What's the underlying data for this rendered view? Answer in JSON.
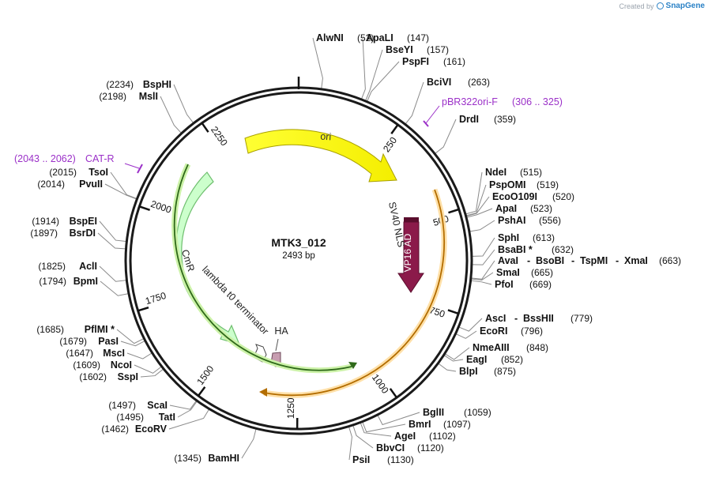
{
  "credit": {
    "prefix": "Created by",
    "brand": "SnapGene"
  },
  "plasmid": {
    "name": "MTK3_012",
    "size_label": "2493 bp",
    "length": 2493
  },
  "ticks": [
    "250",
    "500",
    "750",
    "1000",
    "1250",
    "1500",
    "1750",
    "2000",
    "2250"
  ],
  "features": [
    {
      "name": "ori",
      "color": "#ffff00",
      "stroke": "#b0a800"
    },
    {
      "name": "VP16 AD",
      "color": "#8b1a4a"
    },
    {
      "name": "SV40 NLS"
    },
    {
      "name": "CmR",
      "color": "#ccffcc",
      "stroke": "#6fc06f"
    },
    {
      "name": "lambda t0 terminator"
    },
    {
      "name": "HA",
      "color": "#c79db0"
    }
  ],
  "primers": [
    {
      "name": "pBR322ori-F",
      "range": "(306 .. 325)"
    },
    {
      "name": "CAT-R",
      "range": "(2043 .. 2062)"
    }
  ],
  "sites": [
    {
      "pos": "(52)",
      "name": "AlwNI"
    },
    {
      "pos": "(147)",
      "name": "ApaLI"
    },
    {
      "pos": "(157)",
      "name": "BseYI"
    },
    {
      "pos": "(161)",
      "name": "PspFI"
    },
    {
      "pos": "(263)",
      "name": "BciVI"
    },
    {
      "pos": "(359)",
      "name": "DrdI"
    },
    {
      "pos": "(515)",
      "name": "NdeI"
    },
    {
      "pos": "(519)",
      "name": "PspOMI"
    },
    {
      "pos": "(520)",
      "name": "EcoO109I"
    },
    {
      "pos": "(523)",
      "name": "ApaI"
    },
    {
      "pos": "(556)",
      "name": "PshAI"
    },
    {
      "pos": "(613)",
      "name": "SphI"
    },
    {
      "pos": "(632)",
      "name": "BsaBI *"
    },
    {
      "pos": "(663)",
      "name": "AvaI",
      "extra": [
        "BsoBI",
        "TspMI",
        "XmaI"
      ]
    },
    {
      "pos": "(665)",
      "name": "SmaI"
    },
    {
      "pos": "(669)",
      "name": "PfoI"
    },
    {
      "pos": "(779)",
      "name": "AscI",
      "extra": [
        "BssHII"
      ]
    },
    {
      "pos": "(796)",
      "name": "EcoRI"
    },
    {
      "pos": "(848)",
      "name": "NmeAIII"
    },
    {
      "pos": "(852)",
      "name": "EagI"
    },
    {
      "pos": "(875)",
      "name": "BlpI"
    },
    {
      "pos": "(1059)",
      "name": "BglII"
    },
    {
      "pos": "(1097)",
      "name": "BmrI"
    },
    {
      "pos": "(1102)",
      "name": "AgeI"
    },
    {
      "pos": "(1120)",
      "name": "BbvCI"
    },
    {
      "pos": "(1130)",
      "name": "PsiI"
    },
    {
      "pos": "(1345)",
      "name": "BamHI"
    },
    {
      "pos": "(1462)",
      "name": "EcoRV"
    },
    {
      "pos": "(1495)",
      "name": "TatI"
    },
    {
      "pos": "(1497)",
      "name": "ScaI"
    },
    {
      "pos": "(1602)",
      "name": "SspI"
    },
    {
      "pos": "(1609)",
      "name": "NcoI"
    },
    {
      "pos": "(1647)",
      "name": "MscI"
    },
    {
      "pos": "(1679)",
      "name": "PasI"
    },
    {
      "pos": "(1685)",
      "name": "PflMI *"
    },
    {
      "pos": "(1794)",
      "name": "BpmI"
    },
    {
      "pos": "(1825)",
      "name": "AclI"
    },
    {
      "pos": "(1897)",
      "name": "BsrDI"
    },
    {
      "pos": "(1914)",
      "name": "BspEI"
    },
    {
      "pos": "(2014)",
      "name": "PvuII"
    },
    {
      "pos": "(2015)",
      "name": "TsoI"
    },
    {
      "pos": "(2198)",
      "name": "MslI"
    },
    {
      "pos": "(2234)",
      "name": "BspHI"
    }
  ]
}
